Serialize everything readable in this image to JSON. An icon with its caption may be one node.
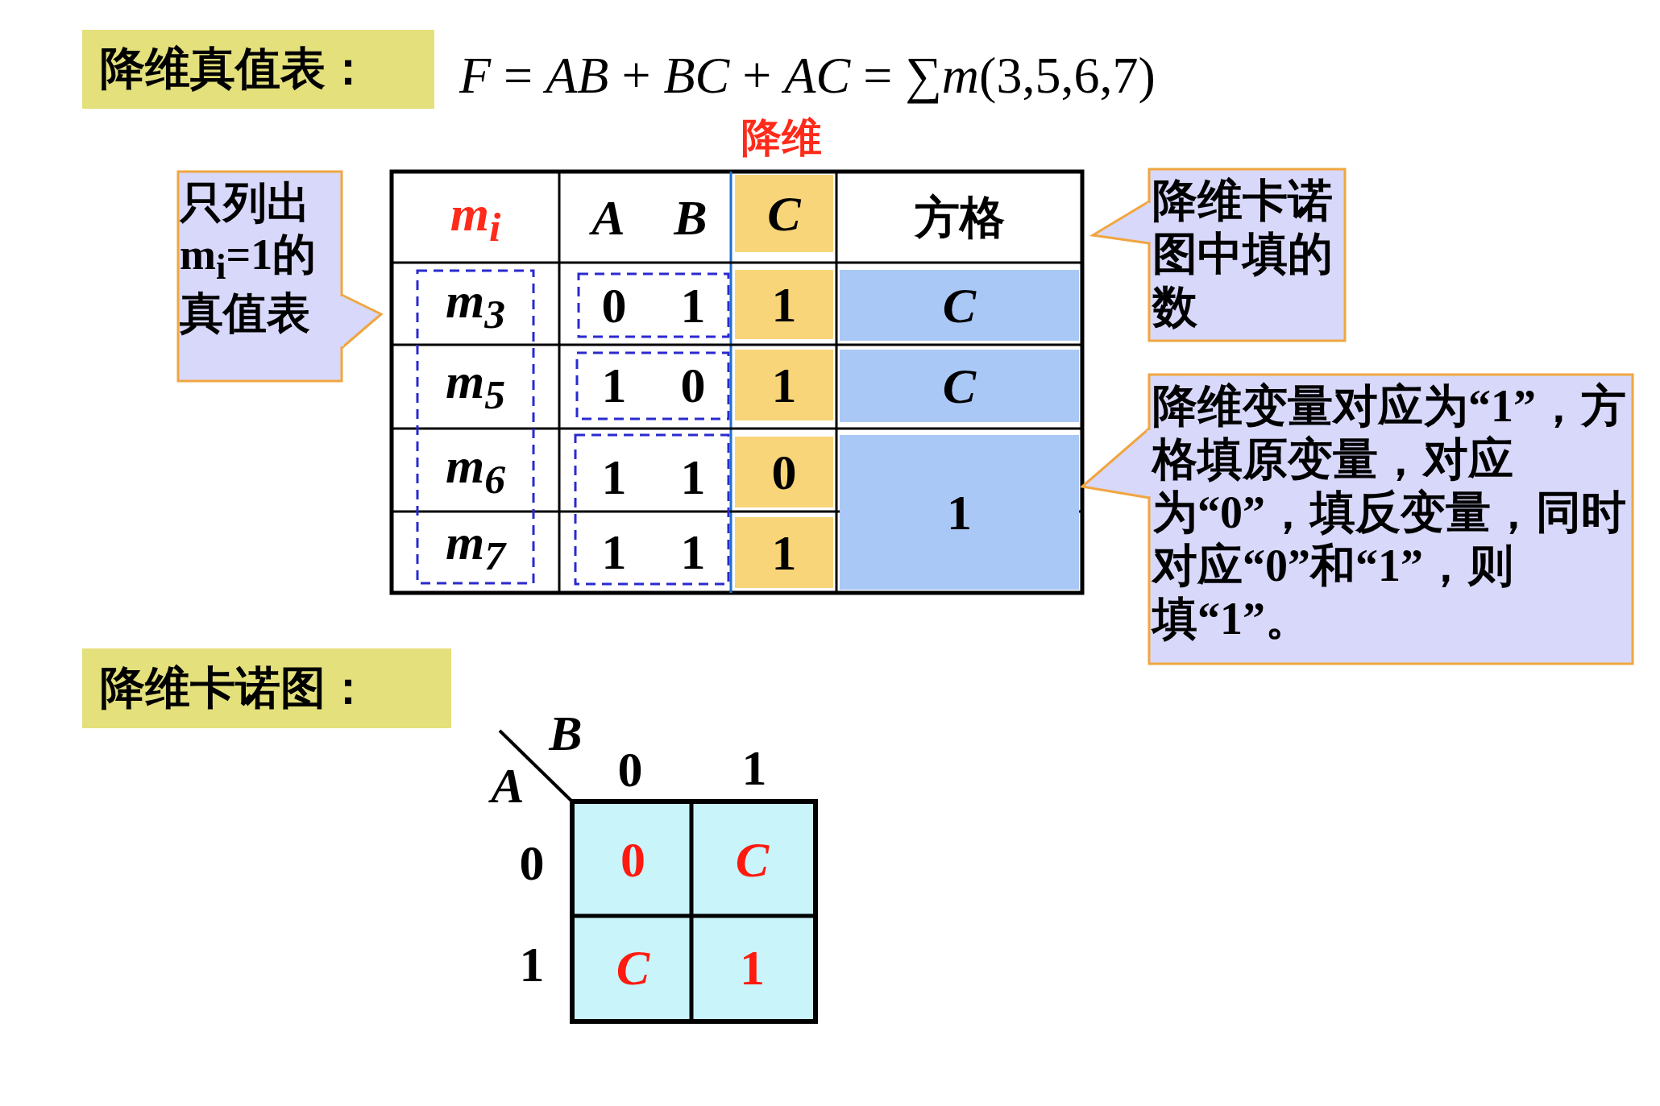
{
  "diagram": {
    "nodes": [
      {
        "text": [
          "降维真值表："
        ]
      },
      {
        "text": [
          "降维卡诺图："
        ]
      },
      {
        "text": [
          "只列出m$_{i}$=1的真值表"
        ]
      },
      {
        "text": [
          "降维卡诺图中填的数"
        ]
      },
      {
        "text": [
          "降维变量对应为“1”，方格填原变量，对应为“0”，填反变量，同时对应“0”和“1”，则填“1”。"
        ]
      }
    ],
    "labels": [
      "*F* = *AB* + *BC* + *AC* = ∑*m*(3,5,6,7)",
      "降维",
      "*m*$_{i}$",
      "A",
      "B",
      "C",
      "方格",
      "*m*$_{3}$",
      "0",
      "1",
      "1",
      "C",
      "*m*$_{5}$",
      "1",
      "0",
      "1",
      "C",
      "*m*$_{6}$",
      "1",
      "1",
      "0",
      "1",
      "*m*$_{7}$",
      "1",
      "1",
      "1",
      "B",
      "A",
      "0",
      "1",
      "0",
      "0",
      "C",
      "1",
      "C",
      "1"
    ]
  }
}
